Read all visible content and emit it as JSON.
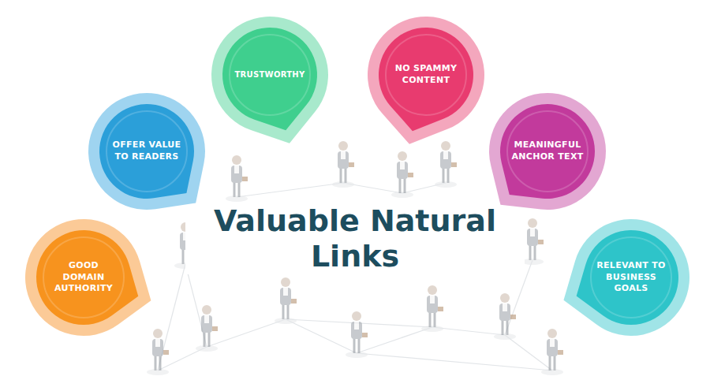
{
  "diagram": {
    "title": "Valuable Natural Links",
    "nodes": [
      {
        "text": [
          "GOOD DOMAIN AUTHORITY"
        ]
      },
      {
        "text": [
          "OFFER VALUE TO READERS"
        ]
      },
      {
        "text": [
          "TRUSTWORTHY"
        ]
      },
      {
        "text": [
          "NO SPAMMY CONTENT"
        ]
      },
      {
        "text": [
          "MEANINGFUL ANCHOR TEXT"
        ]
      },
      {
        "text": [
          "RELEVANT TO BUSINESS GOALS"
        ]
      }
    ]
  }
}
